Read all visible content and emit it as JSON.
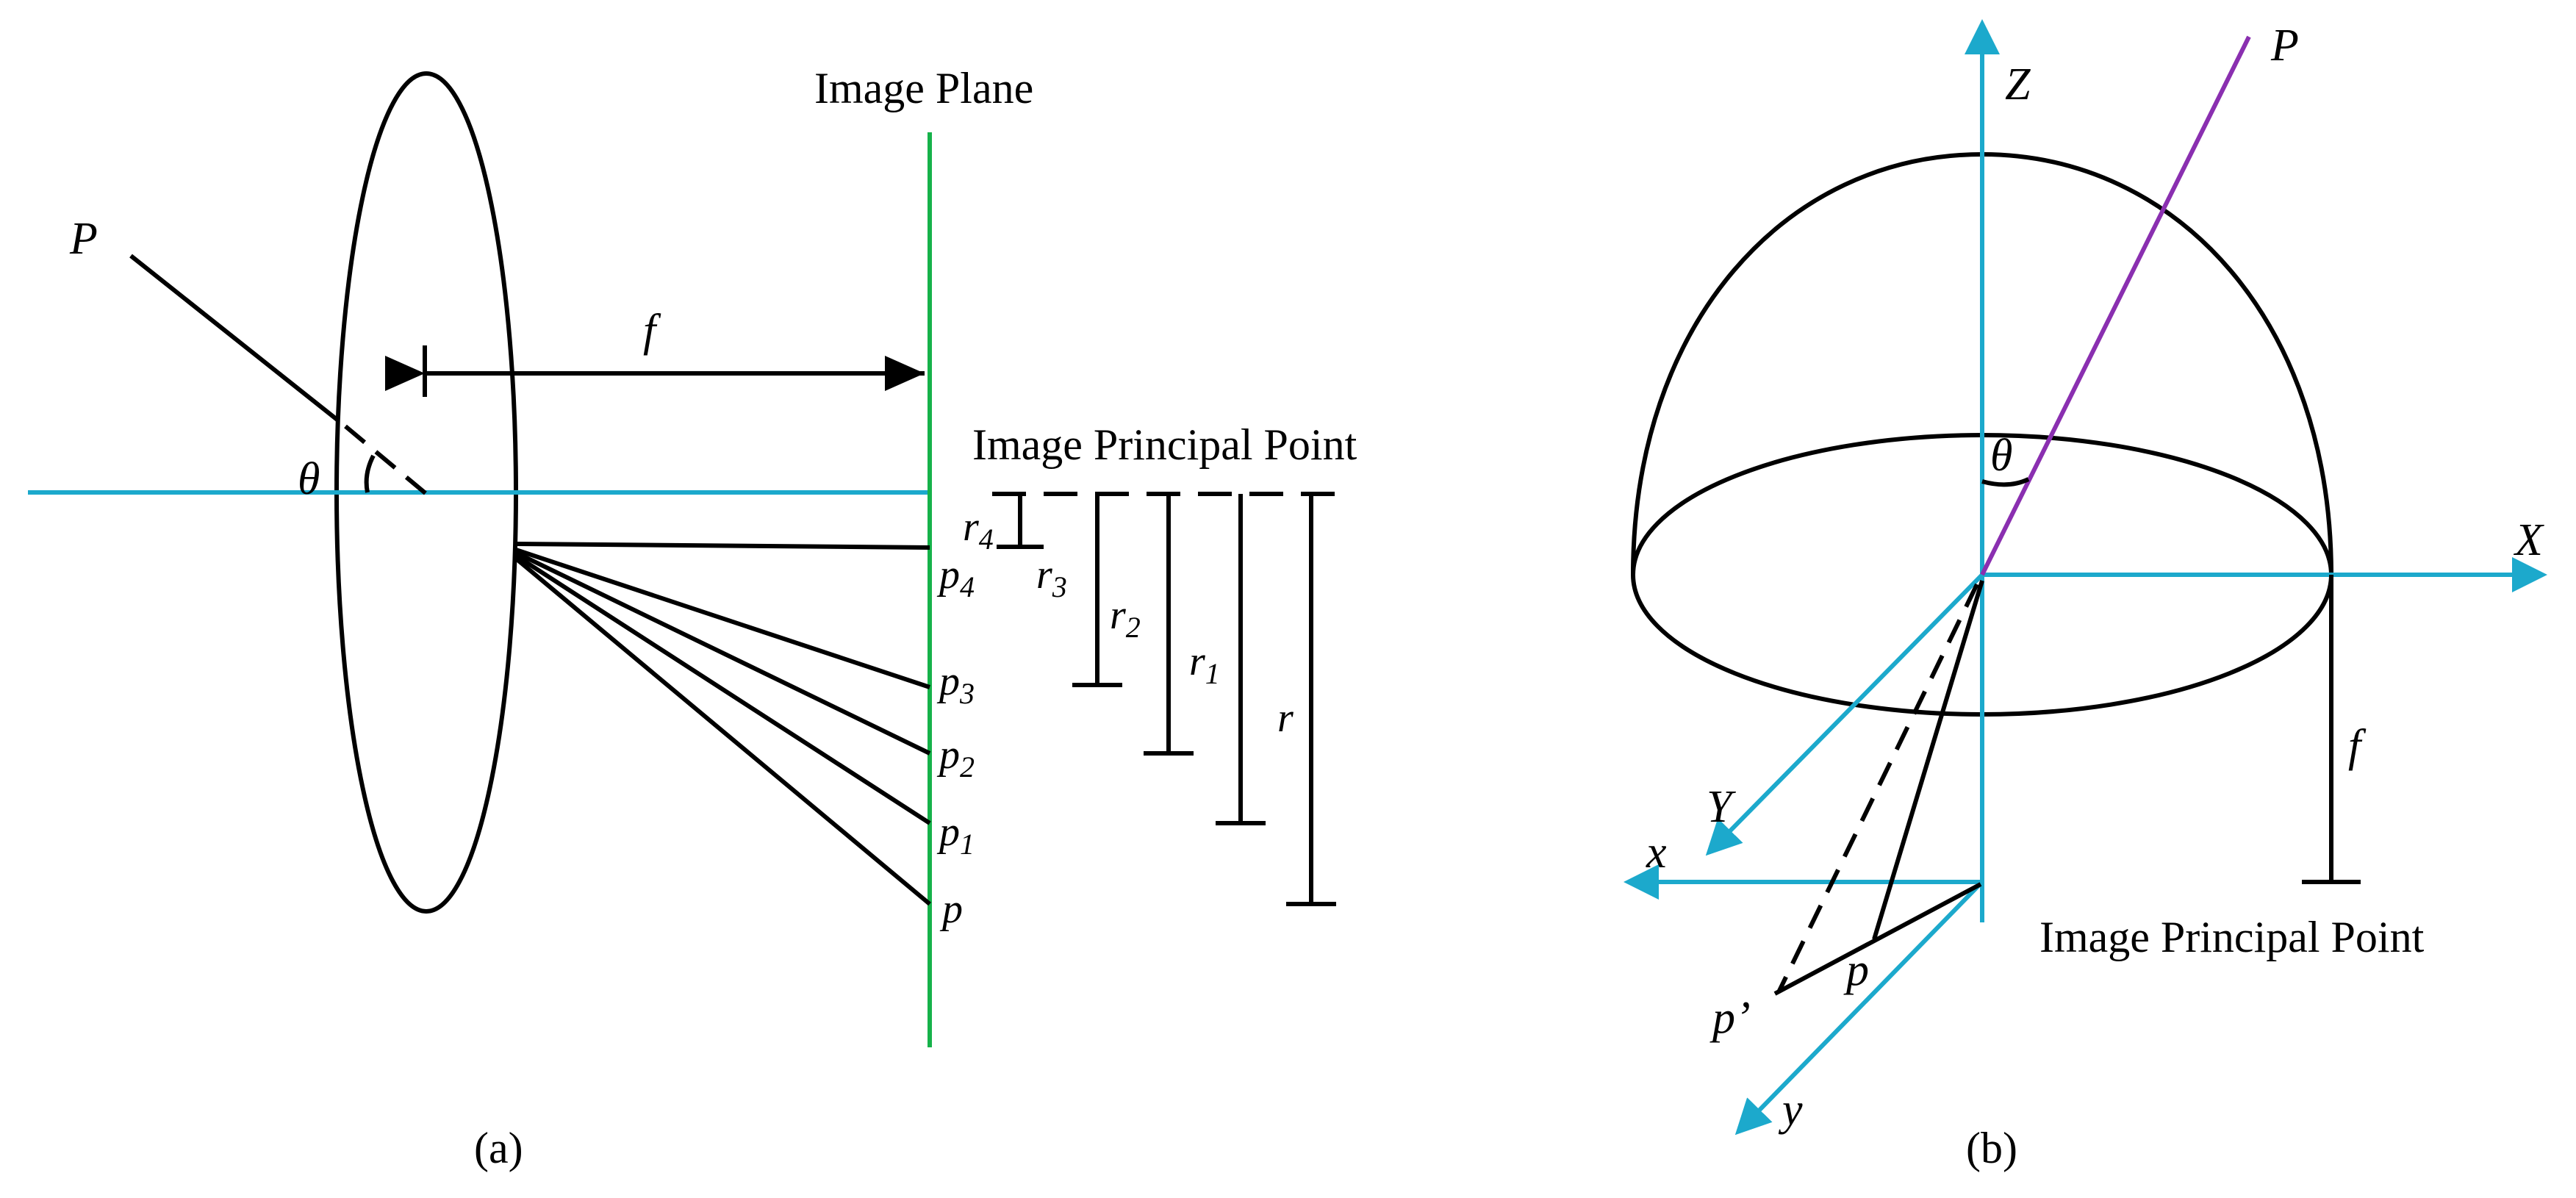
{
  "panel_a": {
    "caption": "(a)",
    "image_plane_label": "Image Plane",
    "principal_point_label": "Image Principal Point",
    "focal_label": "f",
    "angle_label": "θ",
    "object_point_label": "P",
    "image_points": [
      {
        "base": "p",
        "sub": "4"
      },
      {
        "base": "p",
        "sub": "3"
      },
      {
        "base": "p",
        "sub": "2"
      },
      {
        "base": "p",
        "sub": "1"
      },
      {
        "base": "p",
        "sub": ""
      }
    ],
    "radii": [
      {
        "base": "r",
        "sub": "4"
      },
      {
        "base": "r",
        "sub": "3"
      },
      {
        "base": "r",
        "sub": "2"
      },
      {
        "base": "r",
        "sub": "1"
      },
      {
        "base": "r",
        "sub": ""
      }
    ]
  },
  "panel_b": {
    "caption": "(b)",
    "axis_labels": {
      "Z": "Z",
      "X": "X",
      "Y": "Y",
      "x": "x",
      "y": "y"
    },
    "object_point_label": "P",
    "angle_label": "θ",
    "focal_label": "f",
    "principal_point_label": "Image Principal Point",
    "image_point_label": "p",
    "image_point_prime_label": "p’"
  },
  "colors": {
    "optical_axis": "#1ca9cc",
    "image_plane": "#16b24a",
    "ray": "#8a2fb0",
    "lines": "#000000"
  }
}
